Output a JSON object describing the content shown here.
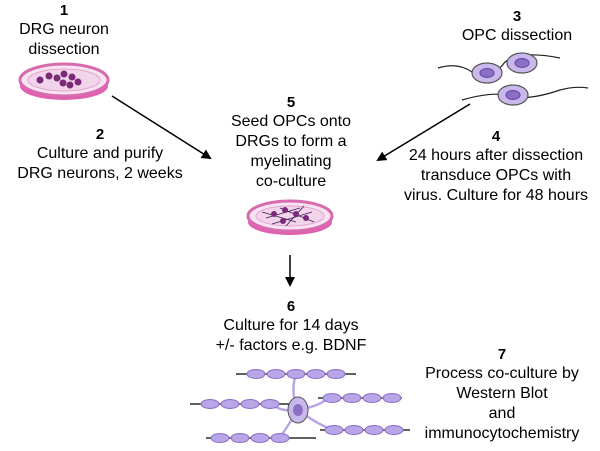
{
  "steps": [
    {
      "number": "1",
      "text": "DRG neuron\ndissection"
    },
    {
      "number": "2",
      "text": "Culture and purify\nDRG neurons, 2 weeks"
    },
    {
      "number": "3",
      "text": "OPC dissection"
    },
    {
      "number": "4",
      "text": "24 hours after dissection\ntransduce OPCs with\nvirus. Culture for 48 hours"
    },
    {
      "number": "5",
      "text": "Seed OPCs onto\nDRGs to form a\nmyelinating\nco-culture"
    },
    {
      "number": "6",
      "text": "Culture for 14 days\n+/- factors e.g. BDNF"
    },
    {
      "number": "7",
      "text": "Process co-culture by\nWestern Blot\nand\nimmunocytochemistry"
    }
  ],
  "colors": {
    "dish_rim": "#d96ab0",
    "dish_fill": "#f6e2f0",
    "cell_dark": "#7a2a78",
    "myelin": "#b9a6e8",
    "opc_fill": "#c9b8ec",
    "opc_nucleus": "#8a6fc4",
    "arrow": "#000000"
  },
  "icons": [
    "petri-dish-icon",
    "opc-cell-icon",
    "co-culture-dish-icon",
    "myelinated-axon-icon"
  ]
}
